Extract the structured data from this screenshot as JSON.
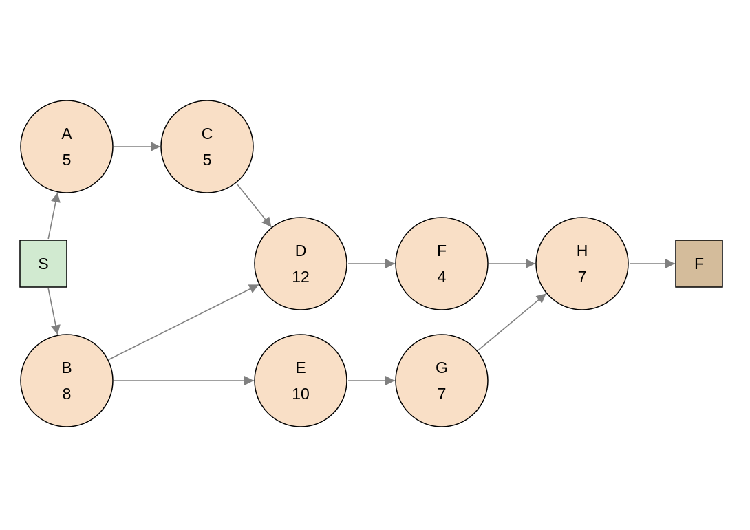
{
  "diagram": {
    "type": "activity-on-node network",
    "colors": {
      "task_fill": "#f9dfc6",
      "start_fill": "#d1ead0",
      "finish_fill": "#d4bc9b",
      "node_stroke": "#000000",
      "edge": "#808080",
      "text": "#000000"
    },
    "nodes": [
      {
        "id": "start",
        "shape": "square",
        "label": "S"
      },
      {
        "id": "A",
        "shape": "circle",
        "label": "A",
        "duration": "5"
      },
      {
        "id": "B",
        "shape": "circle",
        "label": "B",
        "duration": "8"
      },
      {
        "id": "C",
        "shape": "circle",
        "label": "C",
        "duration": "5"
      },
      {
        "id": "D",
        "shape": "circle",
        "label": "D",
        "duration": "12"
      },
      {
        "id": "E",
        "shape": "circle",
        "label": "E",
        "duration": "10"
      },
      {
        "id": "F",
        "shape": "circle",
        "label": "F",
        "duration": "4"
      },
      {
        "id": "G",
        "shape": "circle",
        "label": "G",
        "duration": "7"
      },
      {
        "id": "H",
        "shape": "circle",
        "label": "H",
        "duration": "7"
      },
      {
        "id": "finish",
        "shape": "square",
        "label": "F"
      }
    ],
    "edges": [
      {
        "from": "start",
        "to": "A"
      },
      {
        "from": "start",
        "to": "B"
      },
      {
        "from": "A",
        "to": "C"
      },
      {
        "from": "C",
        "to": "D"
      },
      {
        "from": "B",
        "to": "D"
      },
      {
        "from": "B",
        "to": "E"
      },
      {
        "from": "D",
        "to": "F"
      },
      {
        "from": "E",
        "to": "G"
      },
      {
        "from": "F",
        "to": "H"
      },
      {
        "from": "G",
        "to": "H"
      },
      {
        "from": "H",
        "to": "finish"
      }
    ]
  }
}
